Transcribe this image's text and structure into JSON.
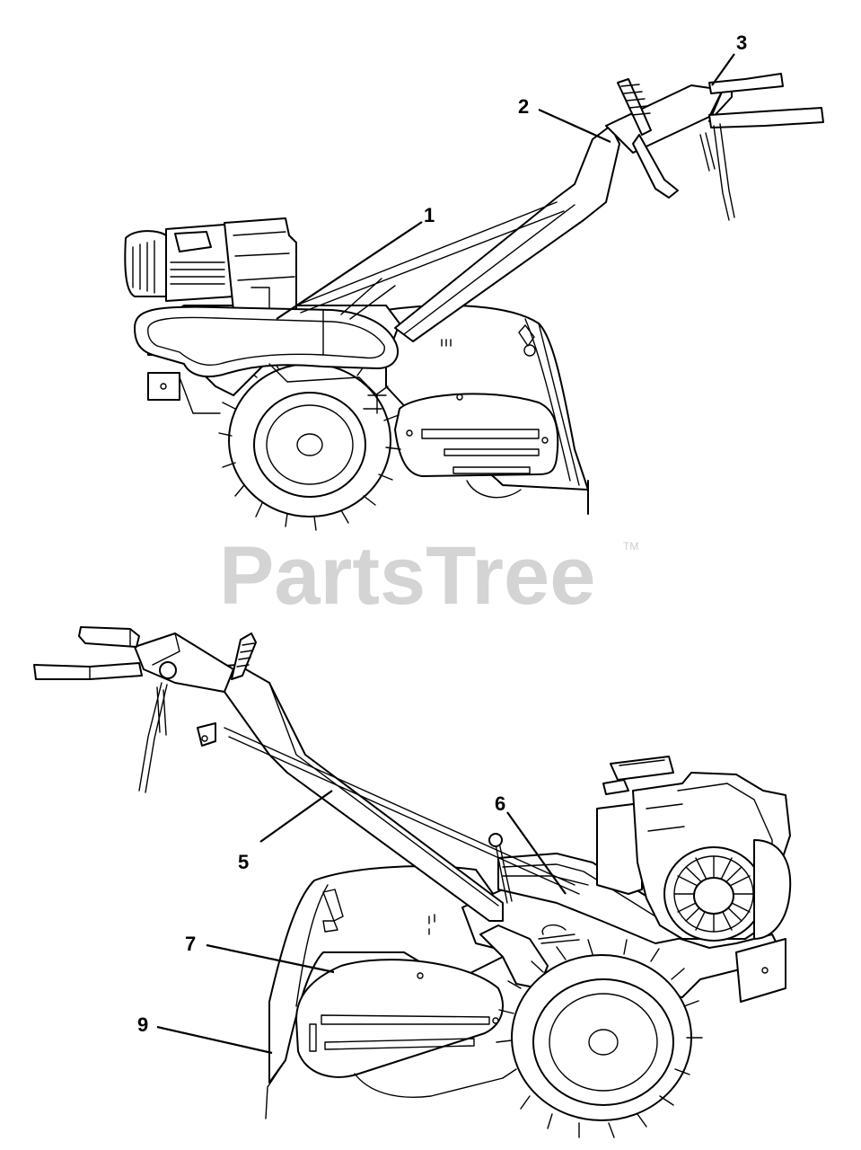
{
  "diagram": {
    "watermark": "PartsTree",
    "trademark": "TM",
    "callouts": [
      {
        "id": "c1",
        "label": "1",
        "part": "fender-left"
      },
      {
        "id": "c2",
        "label": "2",
        "part": "handle-upper"
      },
      {
        "id": "c3",
        "label": "3",
        "part": "handle-grip-panel"
      },
      {
        "id": "c5",
        "label": "5",
        "part": "handle-tube"
      },
      {
        "id": "c6",
        "label": "6",
        "part": "belt-cover"
      },
      {
        "id": "c7",
        "label": "7",
        "part": "tine-hood"
      },
      {
        "id": "c9",
        "label": "9",
        "part": "hood-flap"
      }
    ]
  }
}
